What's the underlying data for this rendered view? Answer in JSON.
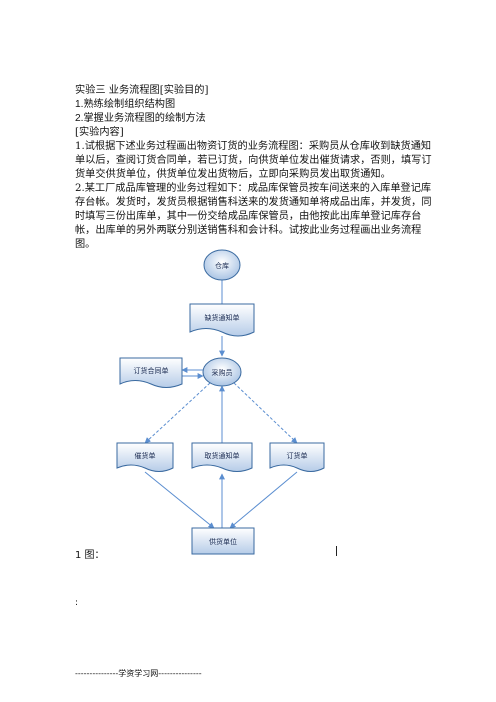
{
  "heading": "实验三  业务流程图[实验目的]",
  "objectives": [
    "1.熟练绘制组织结构图",
    "2.掌握业务流程图的绘制方法"
  ],
  "content_heading": "[实验内容]",
  "task1": "1.试根据下述业务过程画出物资订货的业务流程图：采购员从仓库收到缺货通知单以后，查阅订货合同单，若已订货，向供货单位发出催货请求，否则，填写订货单交供货单位，供货单位发出货物后，立即向采购员发出取货通知。",
  "task2": "2.某工厂成品库管理的业务过程如下：成品库保管员按车间送来的入库单登记库存台帐。发货时，发货员根据销售科送来的发货通知单将成品出库，并发货，同时填写三份出库单，其中一份交给成品库保管员，由他按此出库单登记库存台帐，出库单的另外两联分别送销售科和会计科。试按此业务过程画出业务流程图。",
  "flowchart": {
    "nodes": {
      "warehouse": "仓库",
      "shortage_notice": "缺货通知单",
      "purchaser": "采购员",
      "order_contract": "订货合同单",
      "reminder": "催货单",
      "pickup_notice": "取货通知单",
      "order_form": "订货单",
      "supplier": "供货单位"
    },
    "colors": {
      "node_fill": "#4f81bd",
      "node_stroke": "#3a6aa0",
      "line": "#5b8ed0"
    }
  },
  "caption": "1 图：",
  "colon": ":",
  "footer": "---------------学资学习网---------------"
}
